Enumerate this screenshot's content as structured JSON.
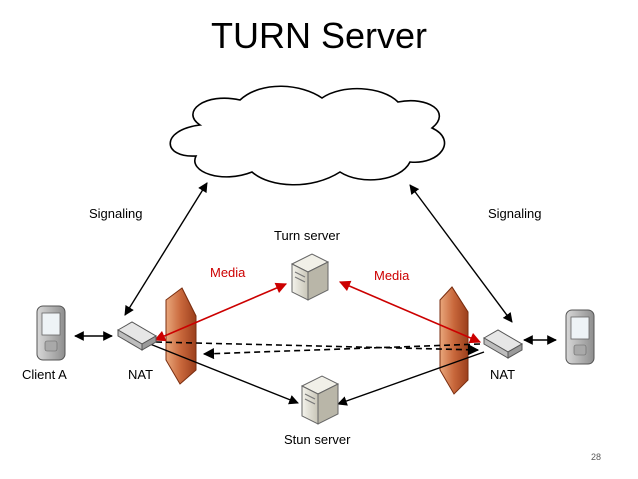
{
  "slide": {
    "title": "TURN Server",
    "page_number": "28"
  },
  "labels": {
    "signaling_left": "Signaling",
    "signaling_right": "Signaling",
    "turn_server": "Turn server",
    "media_left": "Media",
    "media_right": "Media",
    "client_a": "Client A",
    "nat_left": "NAT",
    "nat_right": "NAT",
    "stun_server": "Stun server"
  },
  "colors": {
    "media": "#cc0000",
    "arrow": "#000000",
    "firewall": "#c0522a"
  },
  "icons": [
    "cloud-icon",
    "phone-icon",
    "router-icon",
    "firewall-icon",
    "server-icon"
  ]
}
